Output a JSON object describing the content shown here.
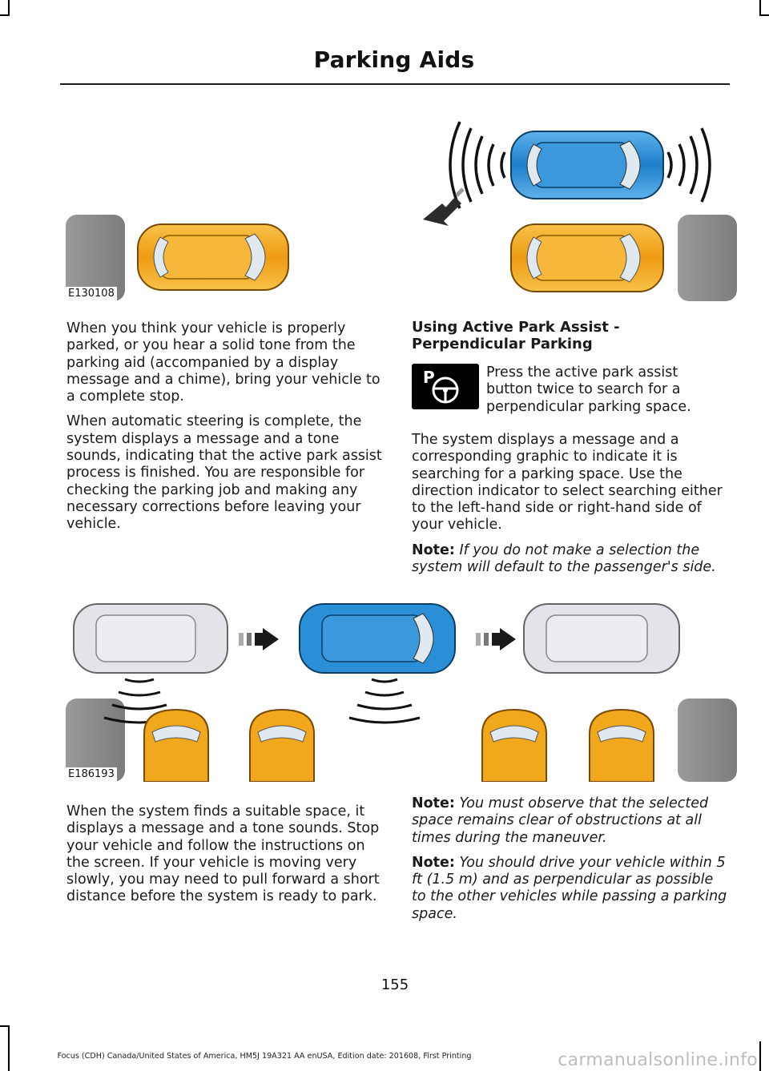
{
  "header": {
    "title": "Parking Aids"
  },
  "figure1": {
    "id": "E130108"
  },
  "figure2": {
    "id": "E186193"
  },
  "left_column_top": {
    "para1": "When you think your vehicle is properly parked, or you hear a solid tone from the parking aid (accompanied by a display message and a chime), bring your vehicle to a complete stop.",
    "para2": "When automatic steering is complete, the system displays a message and a tone sounds, indicating that the active park assist process is finished. You are responsible for checking the parking job and making any necessary corrections before leaving your vehicle."
  },
  "right_column_top": {
    "heading": "Using Active Park Assist - Perpendicular Parking",
    "button_text": "Press the active park assist button twice to search for a perpendicular parking space.",
    "button_icon": "active-park-assist-icon",
    "para1": "The system displays a message and a corresponding graphic to indicate it is searching for a parking space. Use the direction indicator to select searching either to the left-hand side or right-hand side of your vehicle.",
    "note_label": "Note:",
    "note_text": "If you do not make a selection the system will default to the passenger's side."
  },
  "left_column_bottom": {
    "para1": "When the system finds a suitable space, it displays a message and a tone sounds. Stop your vehicle and follow the instructions on the screen. If your vehicle is moving very slowly, you may need to pull forward a short distance before the system is ready to park."
  },
  "right_column_bottom": {
    "note1_label": "Note:",
    "note1_text": "You must observe that the selected space remains clear of obstructions at all times during the maneuver.",
    "note2_label": "Note:",
    "note2_text": "You should drive your vehicle within 5 ft (1.5 m) and as perpendicular as possible to the other vehicles while passing a parking space."
  },
  "page_number": "155",
  "footer": "Focus (CDH) Canada/United States of America, HM5J 19A321 AA enUSA, Edition date: 201608, First Printing",
  "watermark": "carmanualsonline.info",
  "colors": {
    "curb_gray": "#8f8f8f",
    "car_orange": "#f2a81d",
    "car_blue": "#2a8fd6",
    "car_white": "#e9e9ee"
  }
}
